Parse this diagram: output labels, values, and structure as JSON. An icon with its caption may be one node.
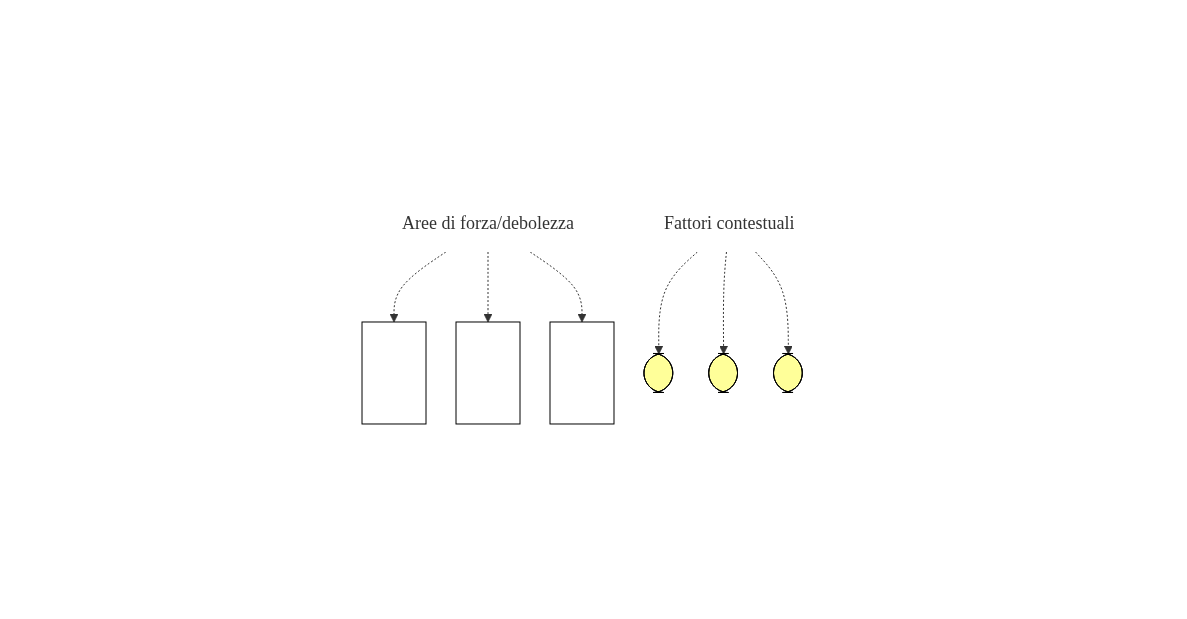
{
  "diagram": {
    "nodes": [
      {
        "text": [
          "Aree di forza/debolezza"
        ]
      },
      {
        "text": [],
        "shape": "ellipse"
      },
      {
        "text": [],
        "shape": "box"
      },
      {
        "text": [],
        "shape": "ellipse"
      },
      {
        "text": [],
        "shape": "box"
      },
      {
        "text": [],
        "shape": "ellipse"
      },
      {
        "text": [],
        "shape": "box"
      },
      {
        "text": [
          "Fattori contestuali"
        ]
      }
    ],
    "edges": [
      {
        "from": 0,
        "to": 2,
        "arrow": "to",
        "style": "dashed"
      },
      {
        "from": 0,
        "to": 4,
        "arrow": "to",
        "style": "dashed"
      },
      {
        "from": 0,
        "to": 6,
        "arrow": "to",
        "style": "dashed"
      },
      {
        "from": 7,
        "to": 1,
        "arrow": "to",
        "style": "dashed"
      },
      {
        "from": 7,
        "to": 3,
        "arrow": "to",
        "style": "dashed"
      },
      {
        "from": 7,
        "to": 5,
        "arrow": "to",
        "style": "dashed"
      }
    ]
  }
}
